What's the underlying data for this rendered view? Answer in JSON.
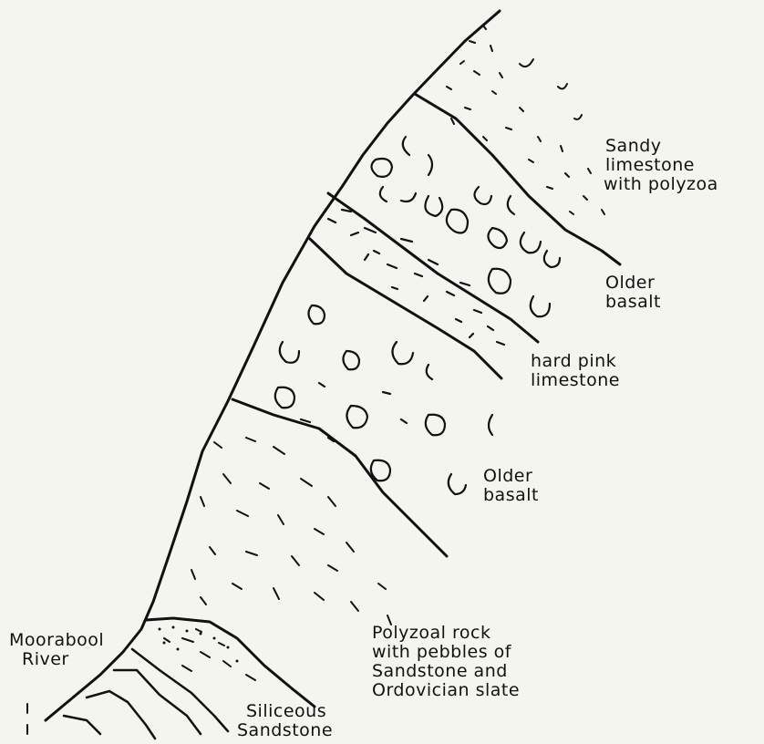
{
  "labels": {
    "sandy_limestone": {
      "line1": "Sandy",
      "line2": "limestone",
      "line3": "with polyzoa"
    },
    "older_basalt_upper": {
      "line1": "Older",
      "line2": "basalt"
    },
    "hard_pink_limestone": {
      "line1": "hard pink",
      "line2": "limestone"
    },
    "older_basalt_lower": {
      "line1": "Older",
      "line2": "basalt"
    },
    "polyzoal_rock": {
      "line1": "Polyzoal rock",
      "line2": "with pebbles of",
      "line3": "Sandstone and",
      "line4": "Ordovician slate"
    },
    "moorabool_river": {
      "line1": "Moorabool",
      "line2": "River"
    },
    "siliceous_sandstone": {
      "line1": "Siliceous",
      "line2": "Sandstone"
    }
  }
}
